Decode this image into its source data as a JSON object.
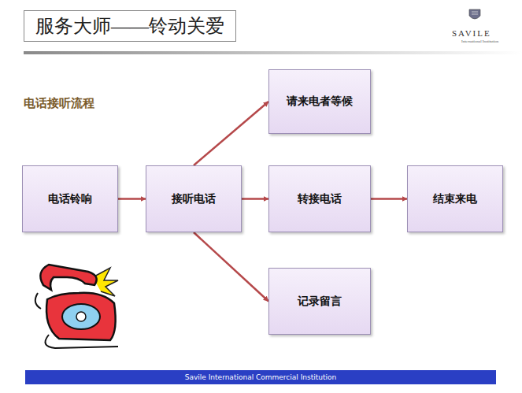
{
  "diagram": {
    "title": "服务大师——铃动关爱",
    "nodes": [
      {
        "text": [
          "电话铃响"
        ]
      },
      {
        "text": [
          "接听电话"
        ]
      },
      {
        "text": [
          "请来电者等候"
        ]
      },
      {
        "text": [
          "转接电话"
        ]
      },
      {
        "text": [
          "记录留言"
        ]
      },
      {
        "text": [
          "结束来电"
        ]
      },
      {
        "text": [
          "Savile International Commercial Institution"
        ]
      }
    ],
    "edges": [
      {
        "from": 0,
        "to": 1,
        "arrow": "to"
      },
      {
        "from": 1,
        "to": 2,
        "arrow": "to"
      },
      {
        "from": 1,
        "to": 3,
        "arrow": "to"
      },
      {
        "from": 3,
        "to": 5,
        "arrow": "to"
      },
      {
        "from": 1,
        "to": 4,
        "arrow": "to"
      }
    ],
    "labels": [
      "SAVILE",
      "International Institution",
      "电话接听流程"
    ]
  }
}
